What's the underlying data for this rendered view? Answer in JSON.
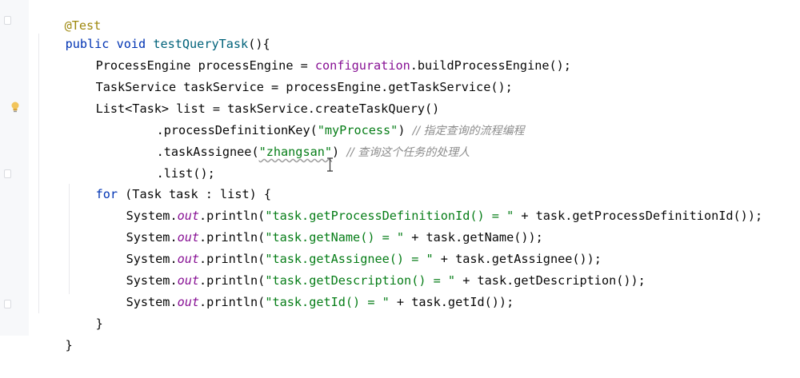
{
  "editor": {
    "annotation": "@Test",
    "method": {
      "mods": "public void ",
      "name": "testQueryTask",
      "rest": "(){"
    },
    "line_engine": {
      "type": "ProcessEngine processEngine = ",
      "field": "configuration",
      "rest": ".buildProcessEngine();"
    },
    "line_service": {
      "text": "TaskService taskService = processEngine.getTaskService();"
    },
    "line_list": {
      "text": "List<Task> list = taskService.createTaskQuery()"
    },
    "line_key": {
      "pre": ".processDefinitionKey(",
      "str": "\"myProcess\"",
      "post": ") ",
      "comment": "// 指定查询的流程编程"
    },
    "line_assignee": {
      "pre": ".taskAssignee(",
      "str": "\"zhangsan\"",
      "post": ") ",
      "comment": "// 查询这个任务的处理人"
    },
    "line_listcall": {
      "text": ".list();"
    },
    "line_for": {
      "kw": "for",
      "rest": " (Task task : list) {"
    },
    "prints": [
      {
        "str": "\"task.getProcessDefinitionId() = \"",
        "post": " + task.getProcessDefinitionId());"
      },
      {
        "str": "\"task.getName() = \"",
        "post": " + task.getName());"
      },
      {
        "str": "\"task.getAssignee() = \"",
        "post": " + task.getAssignee());"
      },
      {
        "str": "\"task.getDescription() = \"",
        "post": " + task.getDescription());"
      },
      {
        "str": "\"task.getId() = \"",
        "post": " + task.getId());"
      }
    ],
    "print_prefix": {
      "sys": "System.",
      "out": "out",
      "call": ".println("
    },
    "close_for": "}",
    "close_method": "}"
  },
  "colors": {
    "keyword": "#0033b3",
    "string": "#067d17",
    "comment": "#8c8c8c",
    "field": "#871094",
    "method": "#00627a",
    "annotation": "#9e880d"
  },
  "icons": {
    "gutter_hint": "lightbulb-icon",
    "text_cursor": "text-cursor-icon"
  }
}
